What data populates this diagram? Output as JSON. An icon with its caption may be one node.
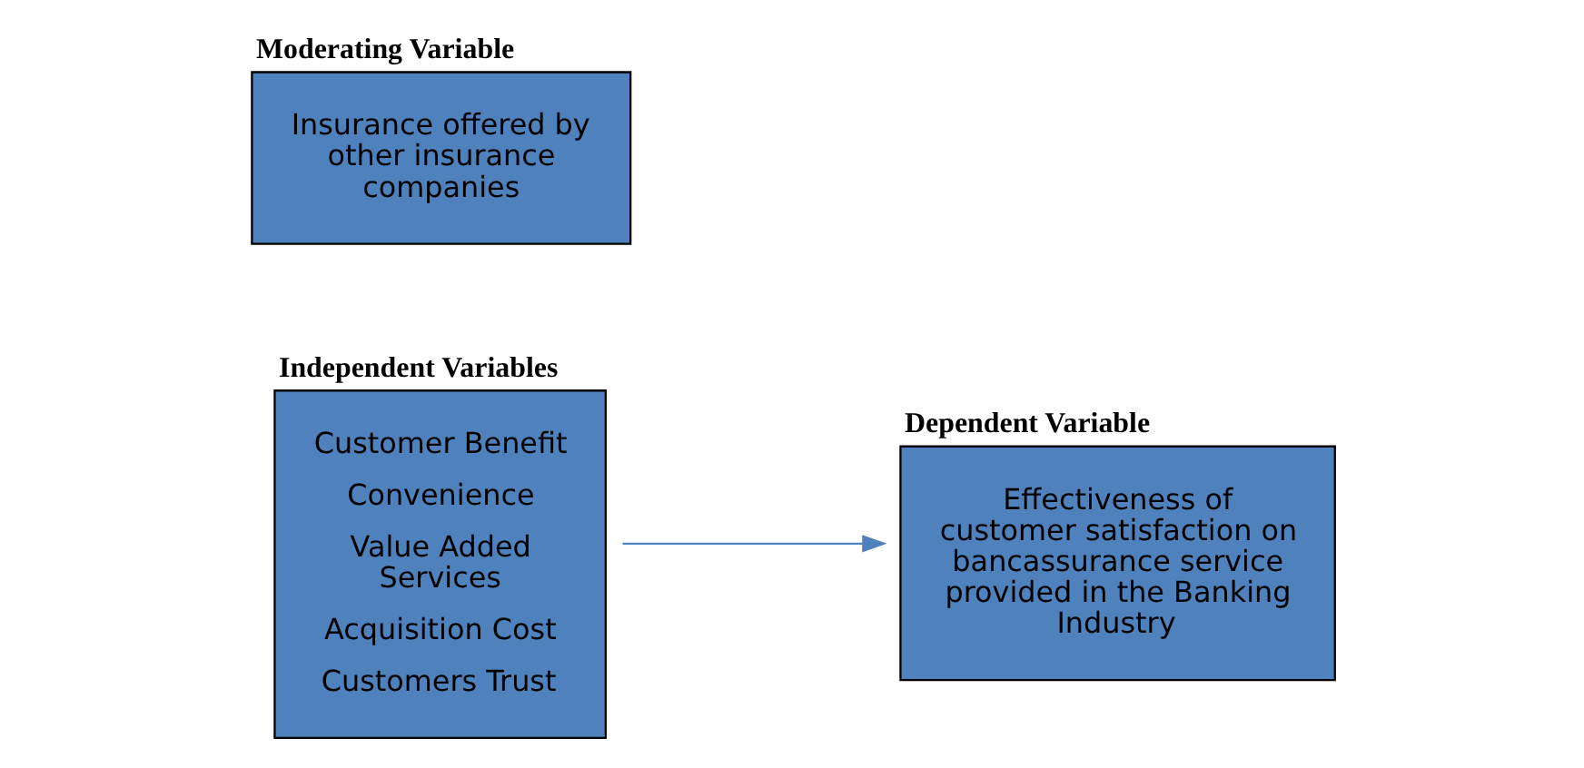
{
  "diagram": {
    "nodes": [
      {
        "text": [
          "Independent Variables",
          "Customer Benefit",
          "Convenience",
          "Value Added Services",
          "Acquisition Cost",
          "Customers Trust"
        ]
      },
      {
        "text": [
          "Moderating Variable",
          "Insurance offered by other insurance companies"
        ]
      },
      {
        "text": [
          "Dependent Variable",
          "Effectiveness of customer satisfaction on bancassurance service provided in the Banking Industry"
        ]
      }
    ],
    "edges": [
      {
        "from": 0,
        "to": 2,
        "arrow": "to",
        "color": "#4f81bd"
      }
    ]
  }
}
